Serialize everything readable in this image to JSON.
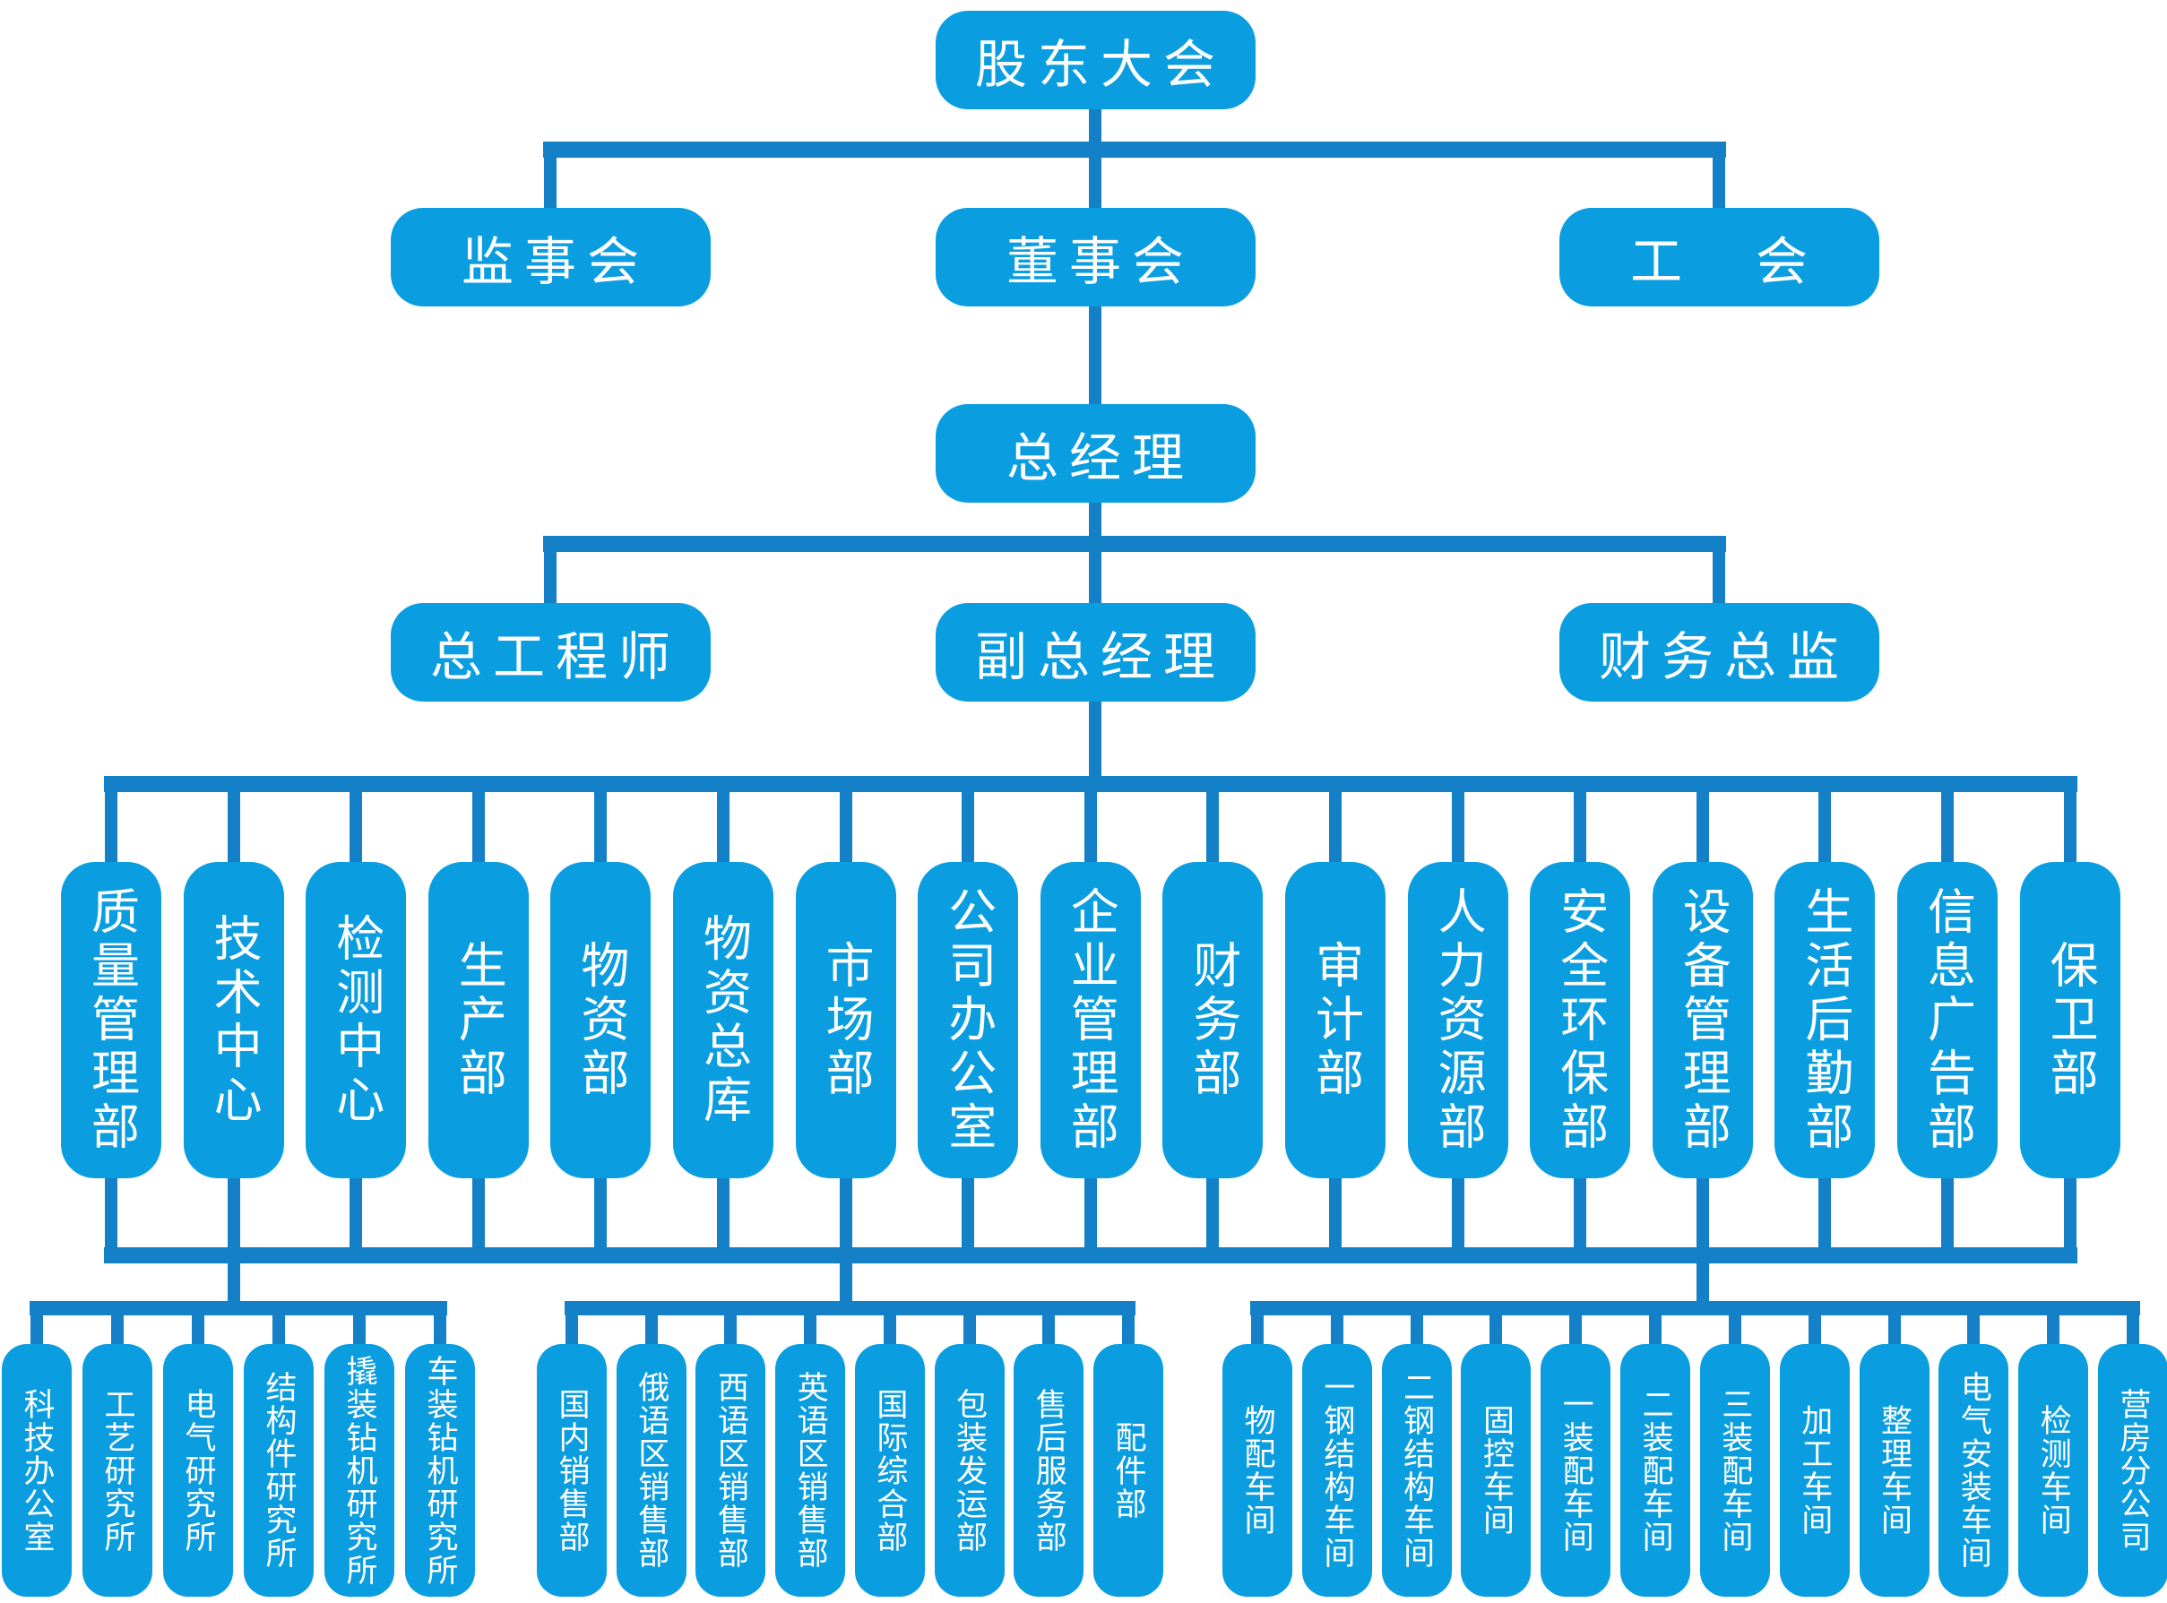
{
  "palette": {
    "background": "#ffffff",
    "box_fill": "#0A9EE0",
    "line_color": "#1380C8",
    "text_color": "#ffffff"
  },
  "org": {
    "level1": {
      "label": "股东大会"
    },
    "level2": [
      {
        "label": "监事会"
      },
      {
        "label": "董事会"
      },
      {
        "label": "工　会"
      }
    ],
    "level3": {
      "label": "总经理"
    },
    "level4": [
      {
        "label": "总工程师"
      },
      {
        "label": "副总经理"
      },
      {
        "label": "财务总监"
      }
    ],
    "departments": [
      {
        "label": "质量管理部"
      },
      {
        "label": "技术中心"
      },
      {
        "label": "检测中心"
      },
      {
        "label": "生产部"
      },
      {
        "label": "物资部"
      },
      {
        "label": "物资总库"
      },
      {
        "label": "市场部"
      },
      {
        "label": "公司办公室"
      },
      {
        "label": "企业管理部"
      },
      {
        "label": "财务部"
      },
      {
        "label": "审计部"
      },
      {
        "label": "人力资源部"
      },
      {
        "label": "安全环保部"
      },
      {
        "label": "设备管理部"
      },
      {
        "label": "生活后勤部"
      },
      {
        "label": "信息广告部"
      },
      {
        "label": "保卫部"
      }
    ],
    "groups": [
      {
        "parent_label": "技术中心",
        "parent_department_index": 1,
        "units": [
          {
            "label": "科技办公室"
          },
          {
            "label": "工艺研究所"
          },
          {
            "label": "电气研究所"
          },
          {
            "label": "结构件研究所"
          },
          {
            "label": "撬装钻机研究所"
          },
          {
            "label": "车装钻机研究所"
          }
        ]
      },
      {
        "parent_label": "市场部",
        "parent_department_index": 6,
        "units": [
          {
            "label": "国内销售部"
          },
          {
            "label": "俄语区销售部"
          },
          {
            "label": "西语区销售部"
          },
          {
            "label": "英语区销售部"
          },
          {
            "label": "国际综合部"
          },
          {
            "label": "包装发运部"
          },
          {
            "label": "售后服务部"
          },
          {
            "label": "配件部"
          }
        ]
      },
      {
        "parent_label": "设备管理部",
        "parent_department_index": 13,
        "units": [
          {
            "label": "物配车间"
          },
          {
            "label": "一钢结构车间"
          },
          {
            "label": "二钢结构车间"
          },
          {
            "label": "固控车间"
          },
          {
            "label": "一装配车间"
          },
          {
            "label": "二装配车间"
          },
          {
            "label": "三装配车间"
          },
          {
            "label": "加工车间"
          },
          {
            "label": "整理车间"
          },
          {
            "label": "电气安装车间"
          },
          {
            "label": "检测车间"
          },
          {
            "label": "营房分公司"
          }
        ]
      }
    ]
  }
}
